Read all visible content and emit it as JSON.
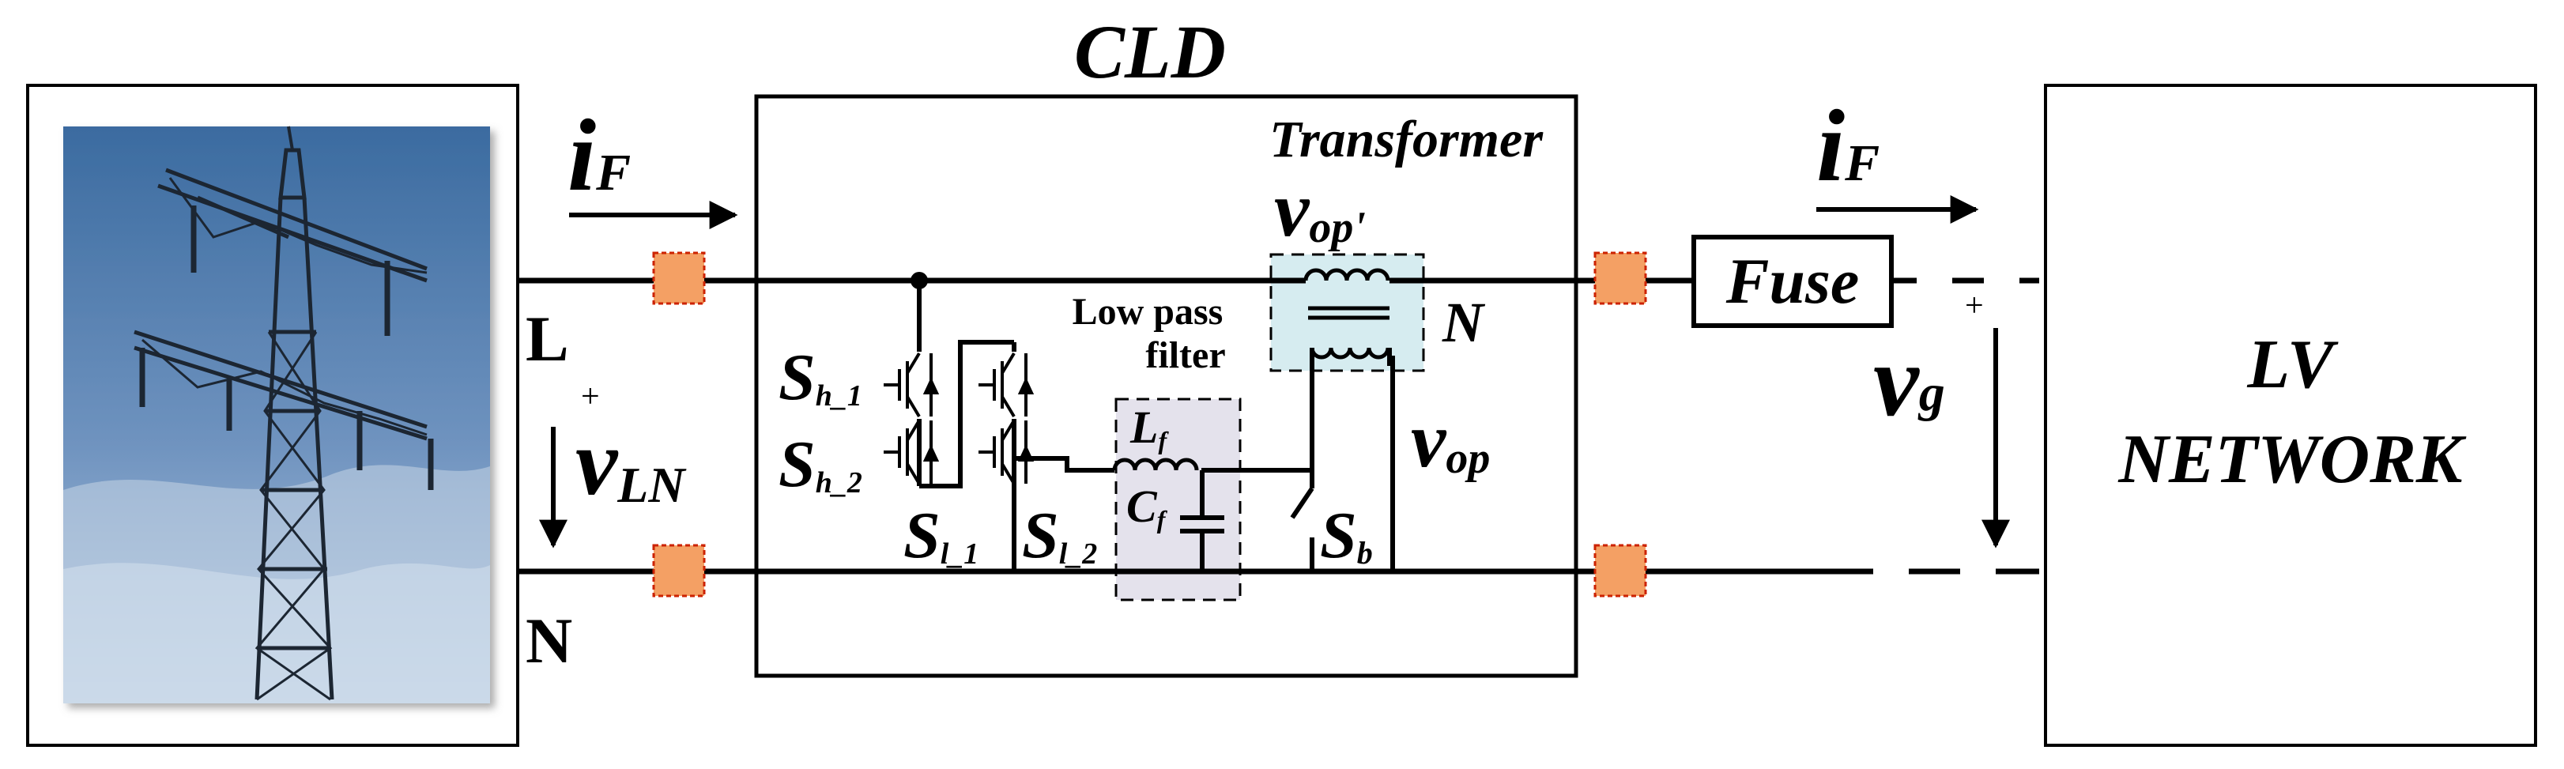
{
  "figure": {
    "cld_label": "CLD",
    "transformer_label": "Transformer",
    "fuse_label": "Fuse",
    "lv_network_line1": "LV",
    "lv_network_line2": "NETWORK",
    "line_label_L": "L",
    "line_label_N": "N",
    "transformer_N": "N",
    "low_pass_line1": "Low pass",
    "low_pass_line2": "filter",
    "current_i": "i",
    "current_sub": "F",
    "v_LN": "v",
    "v_LN_sub": "LN",
    "v_op": "v",
    "v_op_sub": "op",
    "v_opp": "v",
    "v_opp_sub": "op'",
    "v_g": "v",
    "v_g_sub": "g",
    "plus": "+",
    "s_h1": "S",
    "s_h1_sub": "h_1",
    "s_h2": "S",
    "s_h2_sub": "h_2",
    "s_l1": "S",
    "s_l1_sub": "l_1",
    "s_l2": "S",
    "s_l2_sub": "l_2",
    "s_b": "S",
    "s_b_sub": "b",
    "L_f": "L",
    "L_f_sub": "f",
    "C_f": "C",
    "C_f_sub": "f"
  },
  "colors": {
    "line": "#000000",
    "sensor_fill": "#f4a064",
    "sensor_border": "#cc2200",
    "transformer_box": "#d6ecf0",
    "filter_box": "#e4e2ec",
    "sky_top": "#3f6fa3",
    "sky_bottom": "#a9c2dd"
  },
  "icons": [
    "transmission-tower-photo",
    "igbt-switch-icon",
    "inductor-icon",
    "capacitor-icon",
    "transformer-coil-icon",
    "arrow-icon"
  ]
}
